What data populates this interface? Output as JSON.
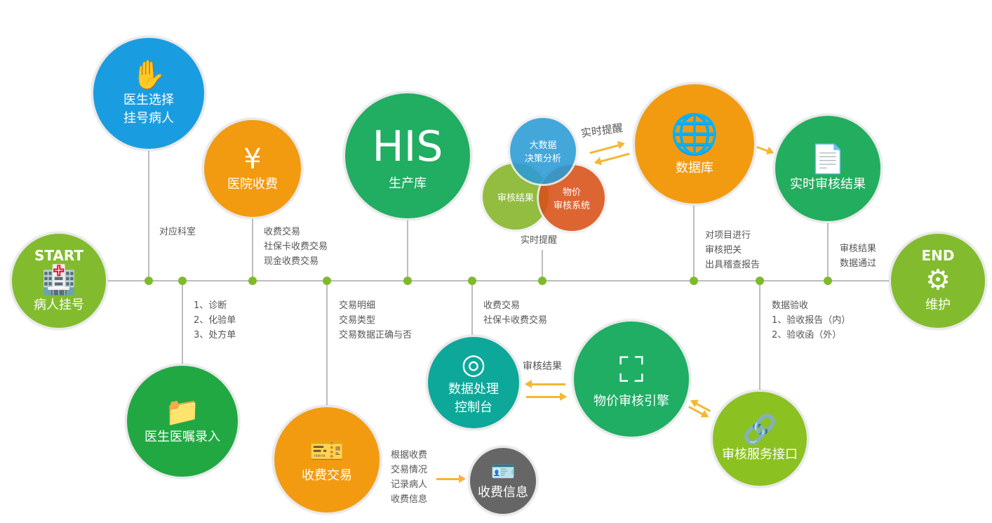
{
  "nodes": {
    "start": {
      "title": "START",
      "label": "病人挂号",
      "icon": "hospital-icon",
      "color": "#82bc2e"
    },
    "doctor_select": {
      "l1": "医生选择",
      "l2": "挂号病人",
      "icon": "hand-ticket-icon",
      "color": "#1a9de0"
    },
    "hospital_fee": {
      "label": "医院收费",
      "icon": "yen-hand-icon",
      "color": "#f29b11"
    },
    "his": {
      "title": "HIS",
      "label": "生产库",
      "color": "#21ad62"
    },
    "database": {
      "label": "数据库",
      "icon": "globe-laptop-icon",
      "color": "#f29b11"
    },
    "realtime_result": {
      "label": "实时审核结果",
      "icon": "document-icon",
      "color": "#22ad5f"
    },
    "end": {
      "title": "END",
      "label": "维护",
      "icon": "gear-icon",
      "color": "#82bc2e"
    },
    "doctor_order": {
      "label": "医生医嘱录入",
      "icon": "medical-folder-icon",
      "color": "#22a843"
    },
    "fee_trade": {
      "label": "收费交易",
      "icon": "hand-cards-icon",
      "color": "#f29b11"
    },
    "data_console": {
      "l1": "数据处理",
      "l2": "控制台",
      "icon": "broadcast-user-icon",
      "color": "#0ea89a"
    },
    "price_engine": {
      "label": "物价审核引擎",
      "icon": "presentation-icon",
      "color": "#1fae64"
    },
    "audit_api": {
      "label": "审核服务接口",
      "icon": "link-icon",
      "color": "#8bc121"
    },
    "fee_info": {
      "label": "收费信息",
      "icon": "id-card-icon",
      "color": "#666666"
    }
  },
  "venn": {
    "bigdata": {
      "l1": "大数据",
      "l2": "决策分析",
      "color": "#2a9bd6"
    },
    "audit": {
      "label": "审核结果",
      "color": "#84b526"
    },
    "price": {
      "l1": "物价",
      "l2": "审核系统",
      "color": "#d95016"
    }
  },
  "notes": {
    "dept": "对应科室",
    "fee": "收费交易\n社保卡收费交易\n现金收费交易",
    "diag": "1、诊断\n2、化验单\n3、处方单",
    "trade": "交易明细\n交易类型\n交易数据正确与否",
    "remind_bottom": "实时提醒",
    "remind_top": "实时提醒",
    "console": "收费交易\n社保卡收费交易",
    "db": "对项目进行\n审核把关\n出具稽查报告",
    "result": "审核结果\n数据通过",
    "accept": "数据验收\n1、验收报告（内）\n2、验收函（外）",
    "engine_result": "审核结果",
    "record": "根据收费\n交易情况\n记录病人\n收费信息"
  }
}
